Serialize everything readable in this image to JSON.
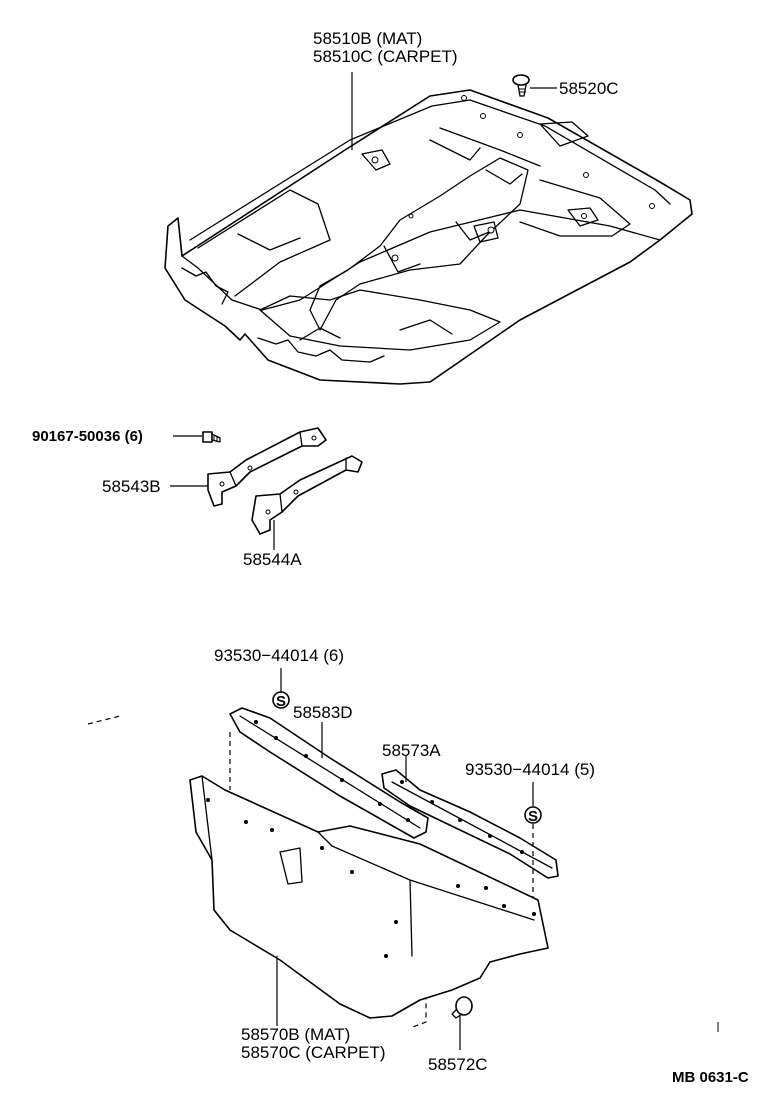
{
  "labels": {
    "mat_line1": "58510B (MAT)",
    "mat_line2": "58510C (CARPET)",
    "clip_58520c": "58520C",
    "bolt_90167": "90167-50036 (6)",
    "bracket_58543b": "58543B",
    "bracket_58544a": "58544A",
    "clip_93530_top": "93530−44014 (6)",
    "trim_58583d": "58583D",
    "trim_58573a": "58573A",
    "clip_93530_right": "93530−44014 (5)",
    "rear_mat_line1": "58570B (MAT)",
    "rear_mat_line2": "58570C (CARPET)",
    "clip_58572c": "58572C",
    "clip_s_symbol": "S",
    "reference": "MB 0631-C"
  }
}
